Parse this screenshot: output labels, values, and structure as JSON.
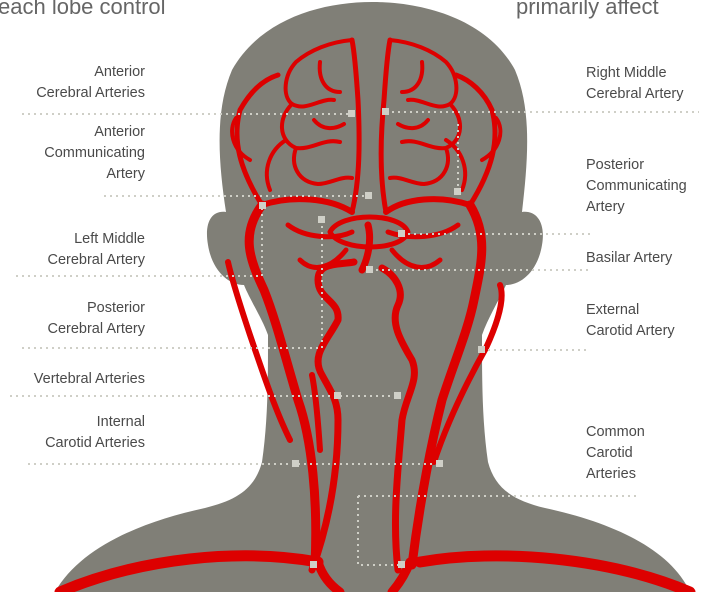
{
  "header": {
    "left_fragment": "each lobe control",
    "right_fragment": "primarily affect"
  },
  "colors": {
    "background": "#ffffff",
    "head_fill": "#807f77",
    "artery": "#dd0000",
    "leader": "#cfcfc7",
    "label_text": "#4a4a4a"
  },
  "labels": {
    "anterior_cerebral": [
      "Anterior",
      "Cerebral Arteries"
    ],
    "anterior_communicating": [
      "Anterior",
      "Communicating",
      "Artery"
    ],
    "left_middle_cerebral": [
      "Left Middle",
      "Cerebral Artery"
    ],
    "posterior_cerebral": [
      "Posterior",
      "Cerebral Artery"
    ],
    "vertebral": [
      "Vertebral Arteries"
    ],
    "internal_carotid": [
      "Internal",
      "Carotid Arteries"
    ],
    "right_middle_cerebral": [
      "Right Middle",
      "Cerebral Artery"
    ],
    "posterior_communicating": [
      "Posterior",
      "Communicating",
      "Artery"
    ],
    "basilar": [
      "Basilar Artery"
    ],
    "external_carotid": [
      "External",
      "Carotid Artery"
    ],
    "common_carotid": [
      "Common",
      "Carotid",
      "Arteries"
    ]
  }
}
